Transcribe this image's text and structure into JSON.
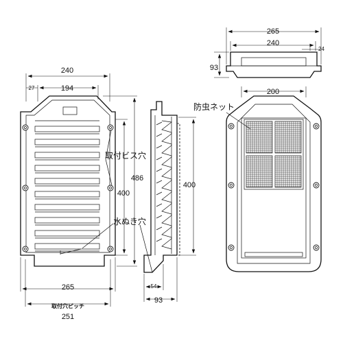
{
  "labels": {
    "mounting_screw_hole": "取付ビス穴",
    "weep_hole": "水ぬき穴",
    "insect_screen": "防虫ネット",
    "mounting_hole_pitch": "取付穴ピッチ"
  },
  "dimensions": {
    "front_width": "240",
    "front_offset": "27",
    "front_inner_width": "194",
    "front_bottom_width": "265",
    "pitch": "251",
    "total_height": "486",
    "hole_spacing": "400",
    "side_height": "400",
    "side_bottom": "54",
    "side_depth": "93",
    "top_width": "265",
    "top_inner_width": "240",
    "top_flange": "24",
    "top_depth": "93",
    "back_width": "200"
  }
}
